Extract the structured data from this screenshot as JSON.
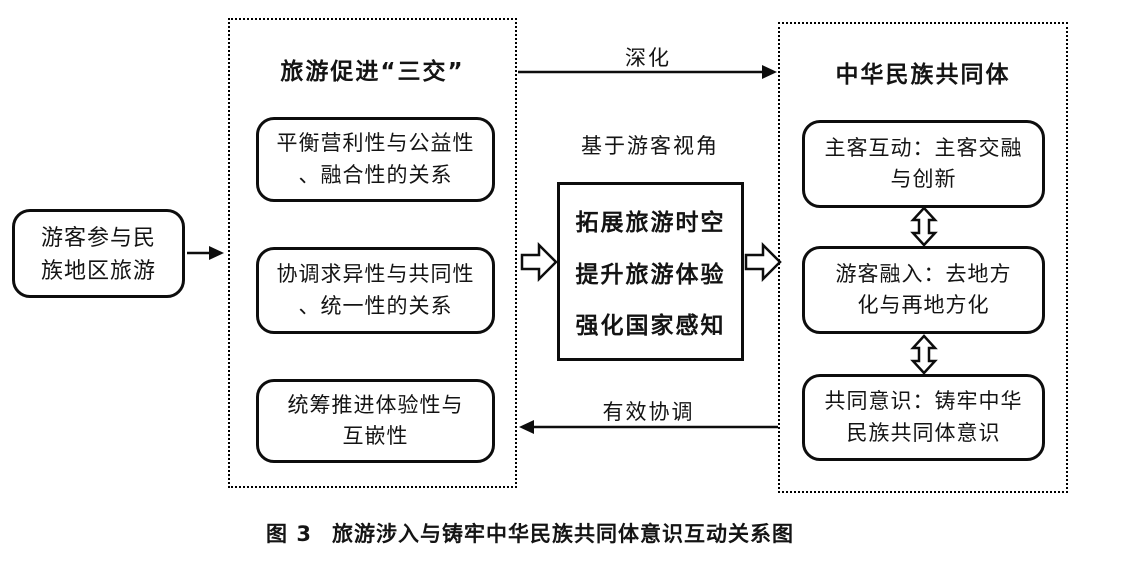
{
  "figure": {
    "source_box": {
      "lines": [
        "游客参与民",
        "族地区旅游"
      ]
    },
    "left_panel": {
      "title": "旅游促进“三交”",
      "boxes": [
        {
          "lines": [
            "平衡营利性与公益性",
            "、融合性的关系"
          ]
        },
        {
          "lines": [
            "协调求异性与共同性",
            "、统一性的关系"
          ]
        },
        {
          "lines": [
            "统筹推进体验性与",
            "互嵌性"
          ]
        }
      ]
    },
    "center": {
      "perspective_label": "基于游客视角",
      "box_lines": [
        "拓展旅游时空",
        "提升旅游体验",
        "强化国家感知"
      ]
    },
    "right_panel": {
      "title": "中华民族共同体",
      "boxes": [
        {
          "lines": [
            "主客互动：主客交融",
            "与创新"
          ]
        },
        {
          "lines": [
            "游客融入：去地方",
            "化与再地方化"
          ]
        },
        {
          "lines": [
            "共同意识：铸牢中华",
            "民族共同体意识"
          ]
        }
      ]
    },
    "arrow_labels": {
      "top": "深化",
      "bottom": "有效协调"
    },
    "caption": {
      "label": "图 3",
      "title": "旅游涉入与铸牢中华民族共同体意识互动关系图"
    },
    "colors": {
      "ink": "#0d0d0d",
      "background": "#ffffff"
    }
  }
}
